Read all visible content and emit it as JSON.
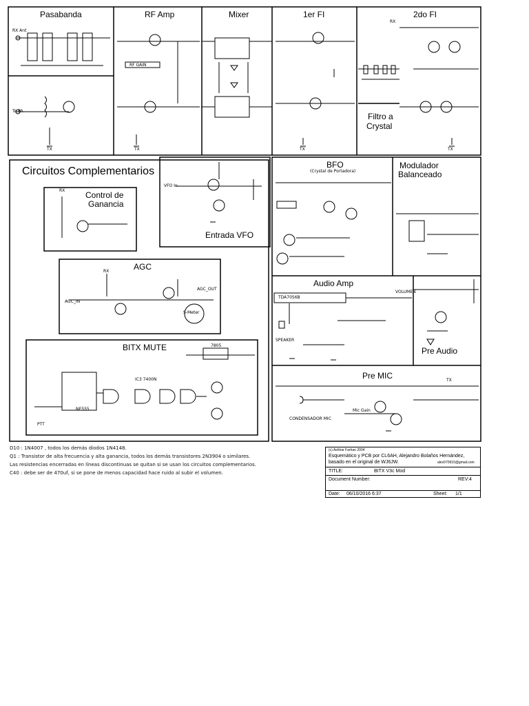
{
  "sections": {
    "pasabanda": "Pasabanda",
    "rf_amp": "RF Amp",
    "mixer": "Mixer",
    "primer_fi": "1er FI",
    "segundo_fi": "2do FI",
    "filtro_crystal_1": "Filtro a",
    "filtro_crystal_2": "Crystal",
    "circuitos_complementarios": "Circuitos Complementarios",
    "control_ganancia_1": "Control de",
    "control_ganancia_2": "Ganancia",
    "entrada_vfo": "Entrada VFO",
    "bfo": "BFO",
    "bfo_sub": "(Crystal de Portadora)",
    "modulador_1": "Modulador",
    "modulador_2": "Balanceado",
    "agc": "AGC",
    "audio_amp": "Audio Amp",
    "bitx_mute": "BITX MUTE",
    "pre_audio": "Pre Audio",
    "pre_mic": "Pre MIC"
  },
  "labels": {
    "rx_ant": "RX Ant",
    "to_pa": "To PA",
    "tx": "TX",
    "rx": "RX",
    "vfo_in": "VFO In",
    "speaker": "SPEAKER",
    "condensador_mic": "CONDENSADOR MIC",
    "s_meter": "S-Meter",
    "tda": "TDA7056B",
    "ic2": "NE555",
    "ic3": "IC3 7400N",
    "reg": "7805",
    "ptt": "PTT",
    "mic_gain": "Mic Gain",
    "volumen": "VOLUMEN",
    "rf_gain": "RF GAIN",
    "agc_out": "AGC_OUT",
    "agc_in": "AGC_IN"
  },
  "notes": [
    "D10 : 1N4007 , todos los demás diodos 1N4148.",
    "Q1 : Transistor de alta frecuencia y alta ganancia, todos los demás transistores 2N3904 o similares.",
    "Las resistencias encerradas en líneas discontinuas se quitan si se usan los circuitos complementarios.",
    "C40 : debe ser de 470uf, si se pone de menos capacidad hace ruido al subir el volumen."
  ],
  "title_block": {
    "credit": "(c) Ashhar Farhan 2004",
    "line1": "Esquemático y PCB por CL6AH, Alejandro Bolaños Hernández,",
    "line2": "basado en el original de WJ6JW.",
    "email": "alex970915@gmail.com",
    "title_label": "TITLE:",
    "title_value": "BITX V3c Mod",
    "doc_label": "Document Number:",
    "rev_label": "REV:",
    "rev_value": "4",
    "date_label": "Date:",
    "date_value": "06/10/2016 6:37",
    "sheet_label": "Sheet:",
    "sheet_value": "1/1"
  }
}
